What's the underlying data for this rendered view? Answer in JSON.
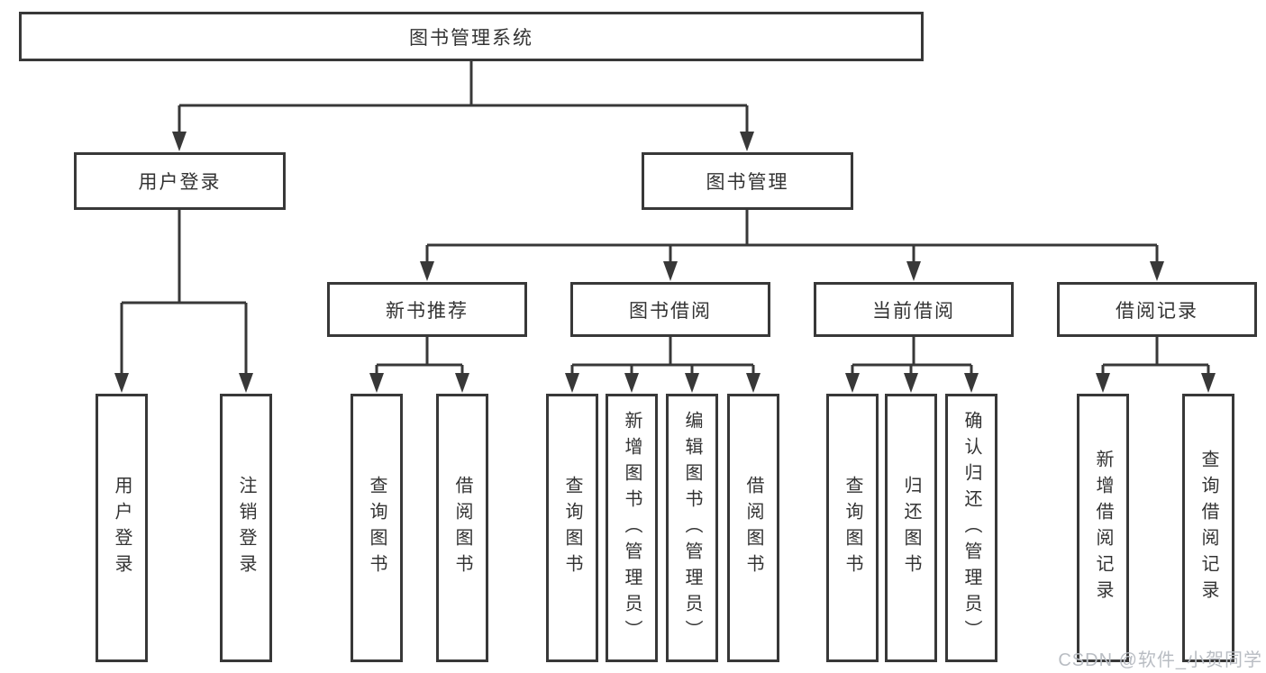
{
  "diagram": {
    "root": {
      "label": "图书管理系统"
    },
    "branches": [
      {
        "label": "用户登录",
        "children": [
          "用户登录",
          "注销登录"
        ]
      },
      {
        "label": "图书管理",
        "groups": [
          {
            "label": "新书推荐",
            "children": [
              "查询图书",
              "借阅图书"
            ]
          },
          {
            "label": "图书借阅",
            "children": [
              "查询图书",
              "新增图书（管理员）",
              "编辑图书（管理员）",
              "借阅图书"
            ]
          },
          {
            "label": "当前借阅",
            "children": [
              "查询图书",
              "归还图书",
              "确认归还（管理员）"
            ]
          },
          {
            "label": "借阅记录",
            "children": [
              "新增借阅记录",
              "查询借阅记录"
            ]
          }
        ]
      }
    ],
    "watermark": "CSDN @软件_小贺同学",
    "colors": {
      "line": "#383838",
      "box_border": "#383838",
      "text": "#333333",
      "watermark": "#b9bdc3",
      "background": "#ffffff"
    }
  }
}
